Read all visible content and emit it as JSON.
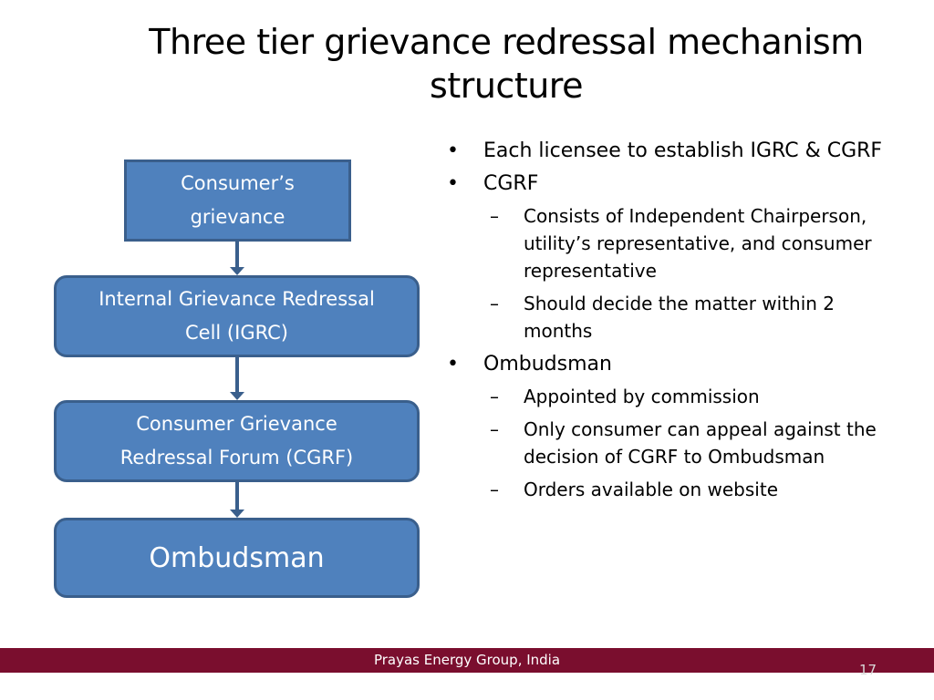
{
  "slide": {
    "title_line1": "Three tier grievance redressal mechanism",
    "title_line2": "structure"
  },
  "flowchart": {
    "boxes": [
      {
        "line1": "Consumer’s",
        "line2": "grievance"
      },
      {
        "line1": "Internal Grievance Redressal",
        "line2": "Cell (IGRC)"
      },
      {
        "line1": "Consumer Grievance",
        "line2": "Redressal Forum (CGRF)"
      },
      {
        "line1": "Ombudsman"
      }
    ],
    "colors": {
      "box_fill": "#4f81bd",
      "box_border": "#3a5f8c",
      "box_text": "#ffffff"
    }
  },
  "bullets": {
    "bullet_mark": "•",
    "sub_mark": "–",
    "items": [
      {
        "text": "Each licensee to establish IGRC & CGRF",
        "subitems": []
      },
      {
        "text": "CGRF",
        "subitems": [
          "Consists of Independent Chairperson, utility’s representative, and consumer representative",
          "Should decide the matter within 2 months"
        ]
      },
      {
        "text": "Ombudsman",
        "subitems": [
          "Appointed by commission",
          "Only consumer can appeal against the decision of CGRF to Ombudsman",
          "Orders available on website"
        ]
      }
    ]
  },
  "footer": {
    "text": "Prayas Energy Group, India",
    "page_number": "17",
    "color": "#7a0e2e"
  }
}
